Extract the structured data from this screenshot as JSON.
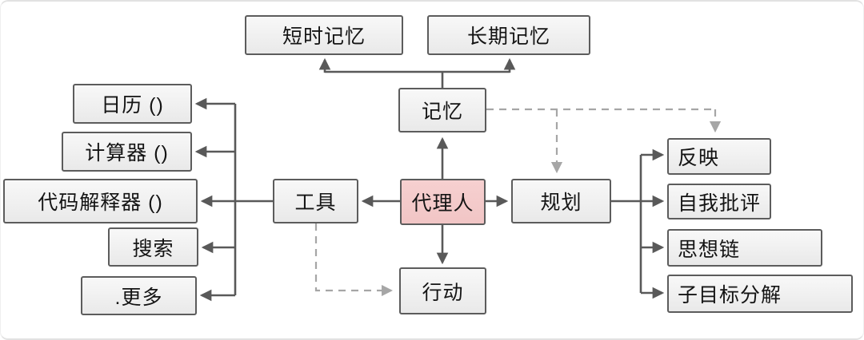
{
  "diagram": {
    "title_implicit": "",
    "nodes": {
      "short_term_memory": {
        "label": "短时记忆"
      },
      "long_term_memory": {
        "label": "长期记忆"
      },
      "memory": {
        "label": "记忆"
      },
      "agent": {
        "label": "代理人"
      },
      "tools": {
        "label": "工具"
      },
      "planning": {
        "label": "规划"
      },
      "action": {
        "label": "行动"
      },
      "calendar": {
        "label": "日历 ()"
      },
      "calculator": {
        "label": "计算器 ()"
      },
      "code_interpreter": {
        "label": "代码解释器 ()"
      },
      "search": {
        "label": "搜索"
      },
      "more": {
        "label": ".更多"
      },
      "reflection": {
        "label": "反映"
      },
      "self_criticism": {
        "label": "自我批评"
      },
      "chain_of_thought": {
        "label": "思想链"
      },
      "subgoal_decomposition": {
        "label": "子目标分解"
      }
    },
    "edges": [
      {
        "from": "memory",
        "to": "short_term_memory",
        "style": "solid"
      },
      {
        "from": "memory",
        "to": "long_term_memory",
        "style": "solid"
      },
      {
        "from": "agent",
        "to": "memory",
        "style": "solid"
      },
      {
        "from": "agent",
        "to": "tools",
        "style": "solid"
      },
      {
        "from": "agent",
        "to": "planning",
        "style": "solid"
      },
      {
        "from": "agent",
        "to": "action",
        "style": "solid"
      },
      {
        "from": "tools",
        "to": "calendar",
        "style": "solid"
      },
      {
        "from": "tools",
        "to": "calculator",
        "style": "solid"
      },
      {
        "from": "tools",
        "to": "code_interpreter",
        "style": "solid"
      },
      {
        "from": "tools",
        "to": "search",
        "style": "solid"
      },
      {
        "from": "tools",
        "to": "more",
        "style": "solid"
      },
      {
        "from": "planning",
        "to": "reflection",
        "style": "solid"
      },
      {
        "from": "planning",
        "to": "self_criticism",
        "style": "solid"
      },
      {
        "from": "planning",
        "to": "chain_of_thought",
        "style": "solid"
      },
      {
        "from": "planning",
        "to": "subgoal_decomposition",
        "style": "solid"
      },
      {
        "from": "memory",
        "to": "planning",
        "style": "dashed"
      },
      {
        "from": "memory",
        "to": "reflection",
        "style": "dashed"
      },
      {
        "from": "tools",
        "to": "action",
        "style": "dashed"
      }
    ],
    "colors": {
      "node_fill": "#efefef",
      "node_border": "#5c5c5c",
      "agent_fill": "#f4caca",
      "solid_line": "#595959",
      "dashed_line": "#a6a6a6",
      "text": "#141414",
      "background": "#ffffff"
    }
  }
}
